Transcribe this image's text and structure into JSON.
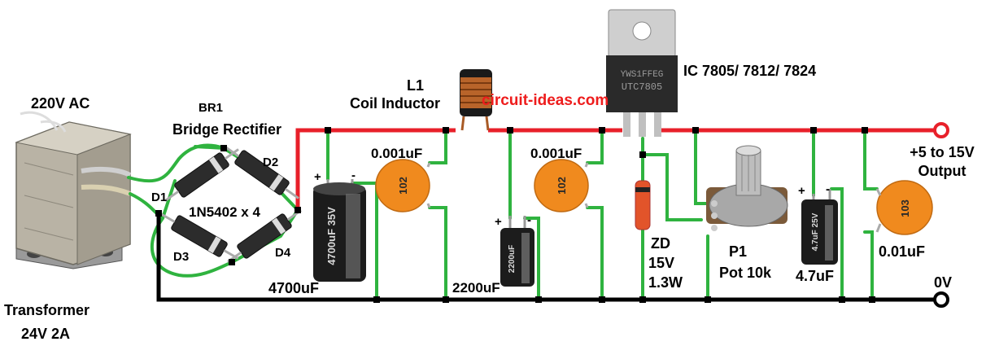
{
  "watermark": "circuit-ideas.com",
  "transformer": {
    "input": "220V AC",
    "name": "Transformer",
    "rating": "24V 2A"
  },
  "bridge": {
    "ref": "BR1",
    "name": "Bridge Rectifier",
    "part": "1N5402 x 4",
    "diodes": [
      "D1",
      "D2",
      "D3",
      "D4"
    ]
  },
  "inductor": {
    "ref": "L1",
    "name": "Coil Inductor"
  },
  "regulator": {
    "name": "IC 7805/ 7812/ 7824",
    "marking_top": "YWS1FFEG",
    "marking_bottom": "UTC7805"
  },
  "capacitors": {
    "c_main": {
      "label": "4700uF",
      "body_marking": "4700uF 35V"
    },
    "c_ceramic1": {
      "label": "0.001uF",
      "code": "102"
    },
    "c_bulk2": {
      "label": "2200uF",
      "body_marking": "2200uF"
    },
    "c_ceramic2": {
      "label": "0.001uF",
      "code": "102"
    },
    "c_out_elec": {
      "label": "4.7uF",
      "body_marking": "4.7uF 25V"
    },
    "c_out_ceramic": {
      "label": "0.01uF",
      "code": "103"
    }
  },
  "zener": {
    "ref": "ZD",
    "voltage": "15V",
    "power": "1.3W"
  },
  "pot": {
    "ref": "P1",
    "value": "Pot 10k"
  },
  "output": {
    "label_line1": "+5 to 15V",
    "label_line2": "Output",
    "ground": "0V"
  },
  "polarity": {
    "plus": "+",
    "minus": "-"
  },
  "colors": {
    "positive_rail": "#e8202a",
    "ground_rail": "#000000",
    "wire": "#2fb33f",
    "ceramic": "#f08a1e",
    "connection_dot": "#000000"
  }
}
